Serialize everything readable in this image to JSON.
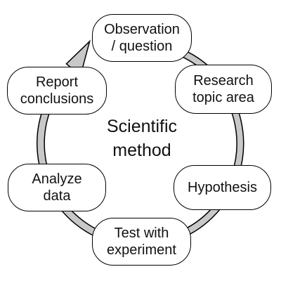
{
  "diagram": {
    "title": "Scientific\nmethod",
    "steps": [
      "Observation\n/ question",
      "Research\ntopic area",
      "Hypothesis",
      "Test with\nexperiment",
      "Analyze\ndata",
      "Report\nconclusions"
    ]
  },
  "colors": {
    "ring_fill": "#c8c8c8",
    "ring_stroke": "#000000",
    "node_border": "#000000",
    "text": "#111111",
    "background": "#ffffff"
  }
}
